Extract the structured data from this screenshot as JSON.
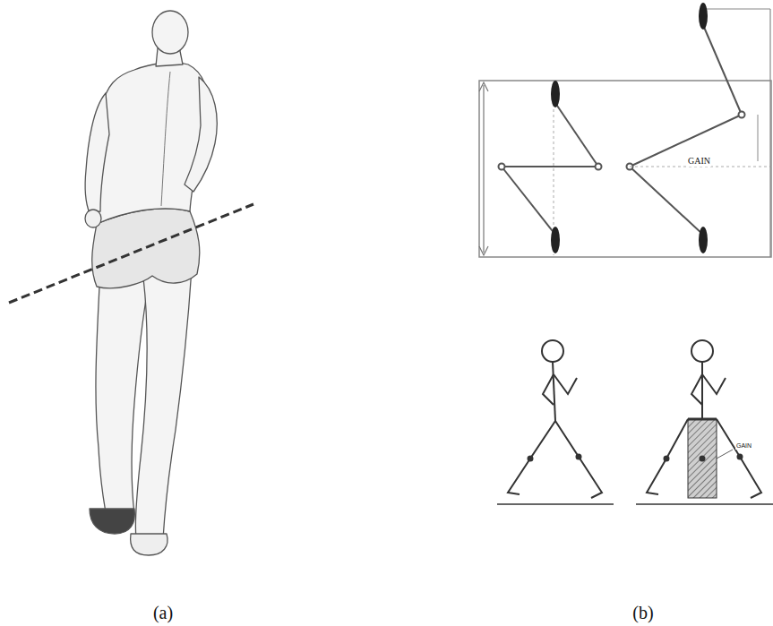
{
  "diagram": {
    "labels": [
      "GAIN",
      "GAIN",
      "(a)",
      "(b)"
    ]
  }
}
